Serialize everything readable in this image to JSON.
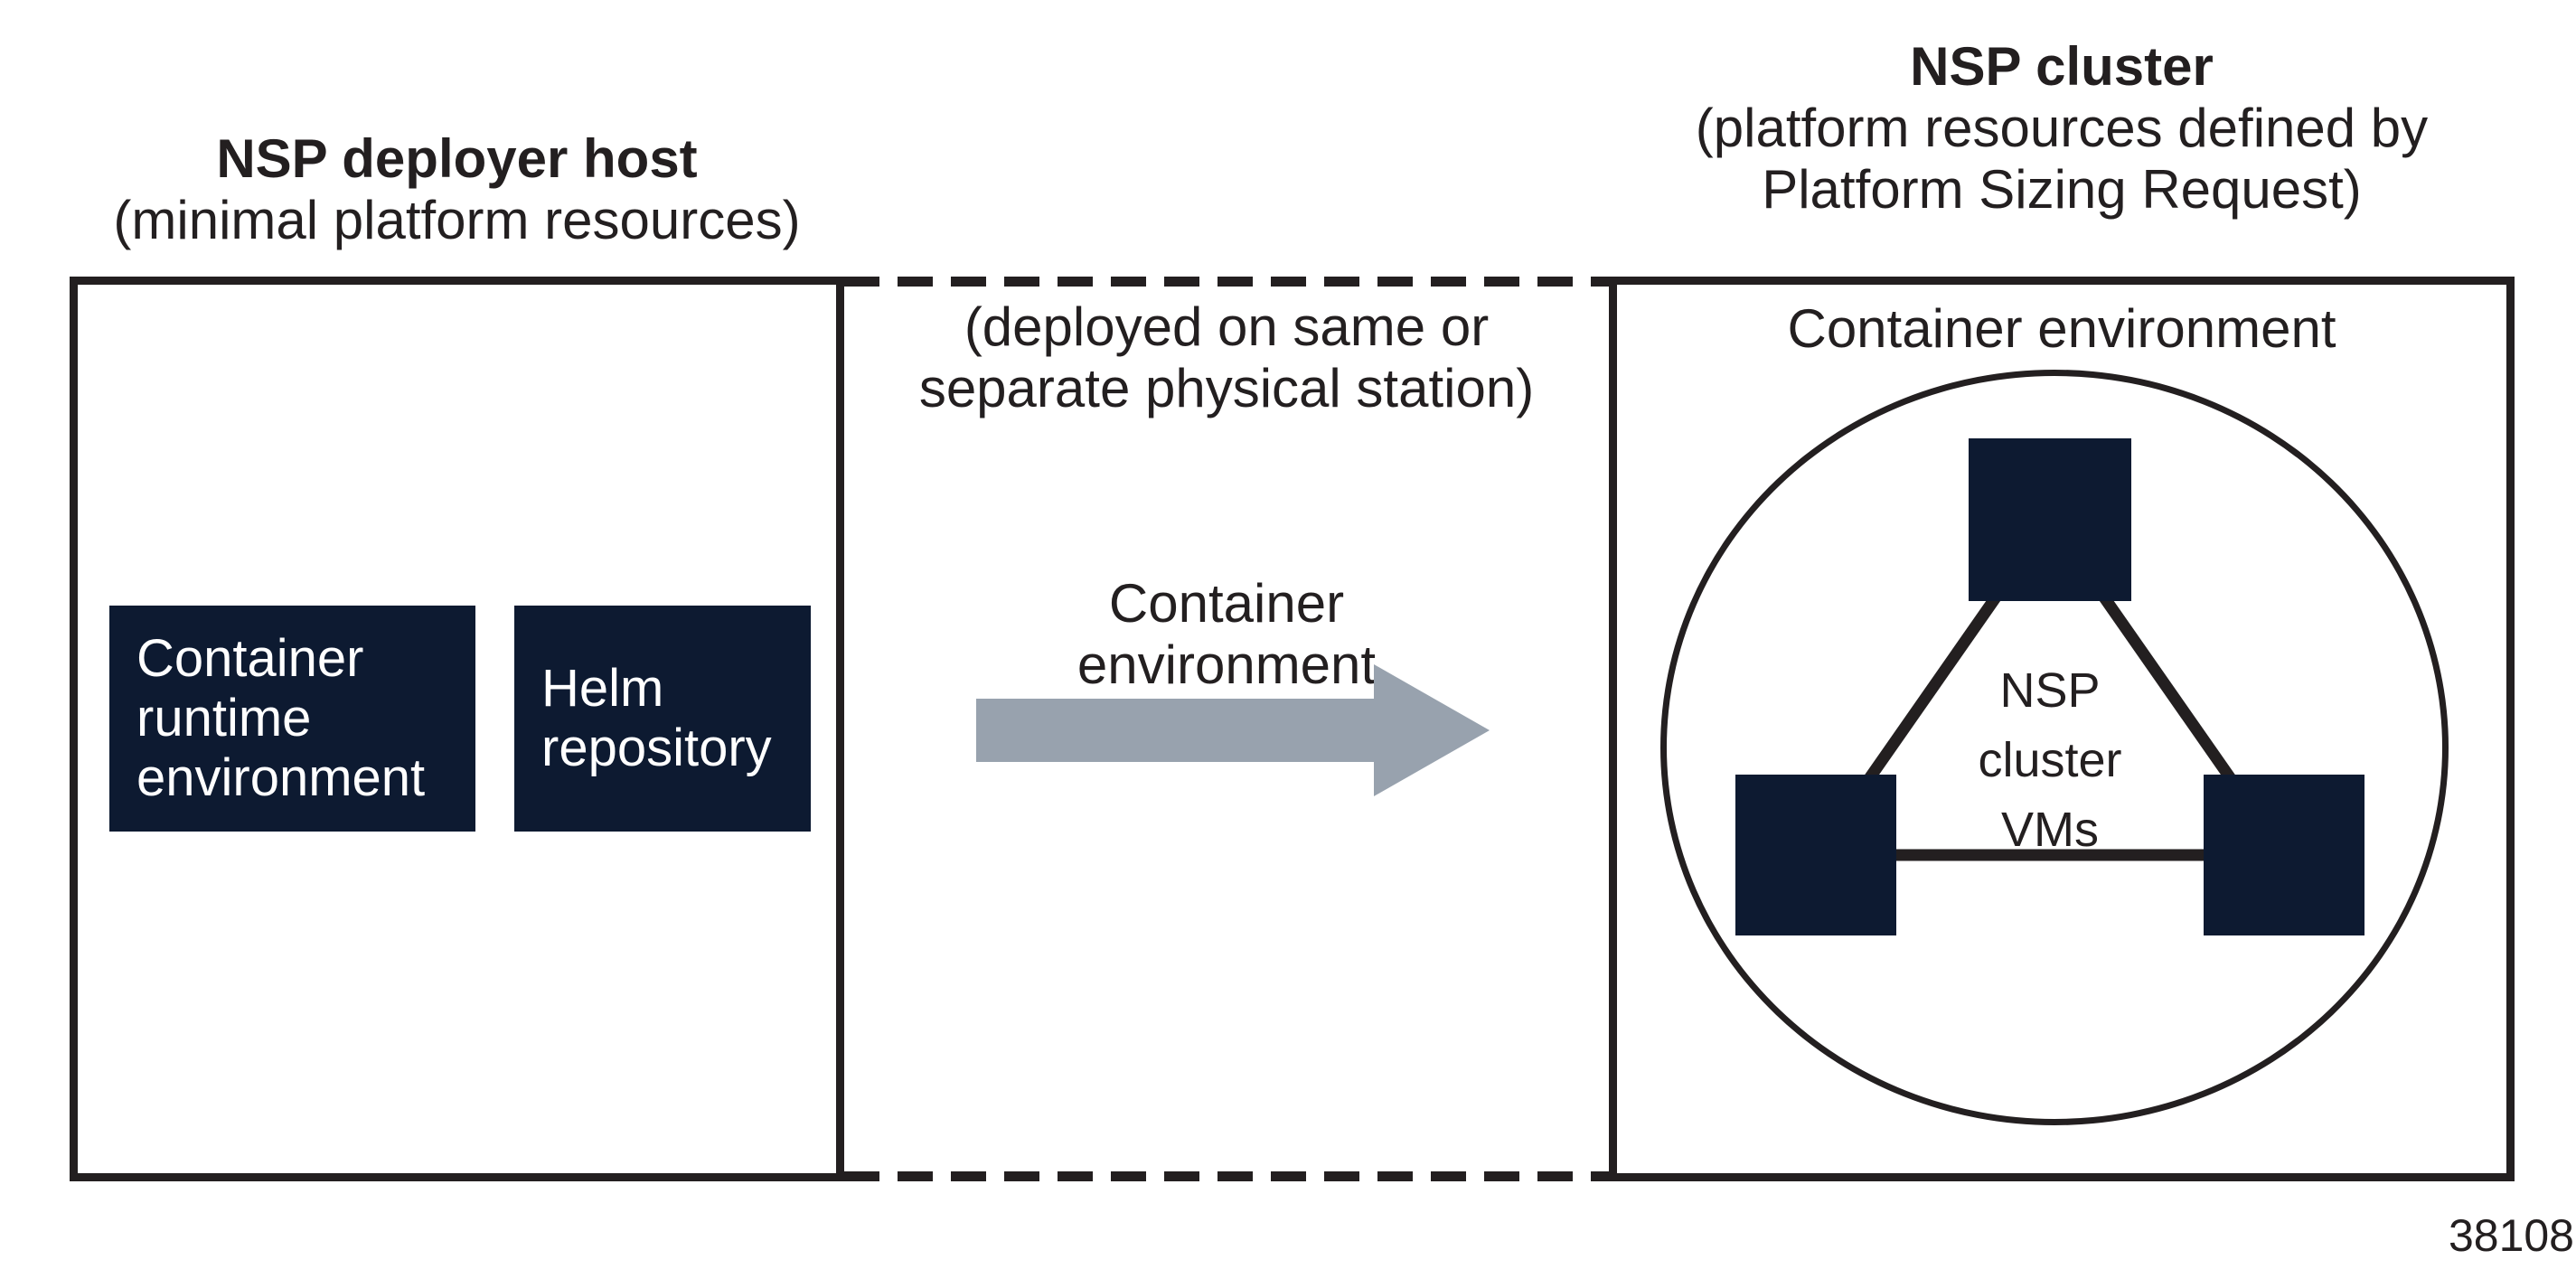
{
  "diagram": {
    "left": {
      "title": "NSP deployer host",
      "subtitle": "(minimal platform resources)",
      "boxes": [
        {
          "lines": [
            "Container",
            "runtime",
            "environment"
          ]
        },
        {
          "lines": [
            "Helm",
            "repository"
          ]
        }
      ]
    },
    "middle": {
      "note_lines": [
        "(deployed on same or",
        "separate physical station)"
      ],
      "arrow_label_lines": [
        "Container",
        "environment"
      ]
    },
    "right": {
      "title": "NSP cluster",
      "subtitle_lines": [
        "(platform resources defined by",
        "Platform Sizing Request)"
      ],
      "inner_label": "Container environment",
      "vms_label_lines": [
        "NSP",
        "cluster",
        "VMs"
      ]
    },
    "figure_number": "38108",
    "colors": {
      "navy": "#0d1a31",
      "arrow_gray": "#98a2ae",
      "line_black": "#231f20",
      "bg": "#ffffff"
    }
  }
}
